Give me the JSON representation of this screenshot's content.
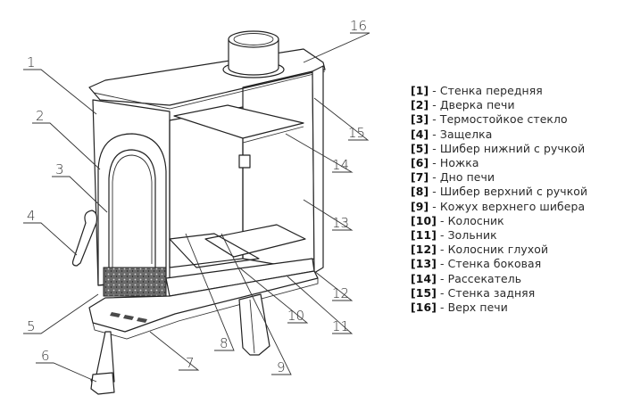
{
  "diagram": {
    "subject": "cast-iron-stove-cutaway",
    "callouts": [
      "1",
      "2",
      "3",
      "4",
      "5",
      "6",
      "7",
      "8",
      "9",
      "10",
      "11",
      "12",
      "13",
      "14",
      "15",
      "16"
    ]
  },
  "legend": {
    "separator": " - ",
    "items": [
      {
        "num": "[1]",
        "label": "Стенка передняя"
      },
      {
        "num": "[2]",
        "label": "Дверка печи"
      },
      {
        "num": "[3]",
        "label": "Термостойкое стекло"
      },
      {
        "num": "[4]",
        "label": "Защелка"
      },
      {
        "num": "[5]",
        "label": "Шибер нижний с ручкой"
      },
      {
        "num": "[6]",
        "label": "Ножка"
      },
      {
        "num": "[7]",
        "label": "Дно печи"
      },
      {
        "num": "[8]",
        "label": "Шибер верхний с ручкой"
      },
      {
        "num": "[9]",
        "label": "Кожух верхнего шибера"
      },
      {
        "num": "[10]",
        "label": "Колосник"
      },
      {
        "num": "[11]",
        "label": "Зольник"
      },
      {
        "num": "[12]",
        "label": "Колосник глухой"
      },
      {
        "num": "[13]",
        "label": "Стенка боковая"
      },
      {
        "num": "[14]",
        "label": "Рассекатель"
      },
      {
        "num": "[15]",
        "label": "Стенка задняя"
      },
      {
        "num": "[16]",
        "label": "Верх печи"
      }
    ]
  }
}
